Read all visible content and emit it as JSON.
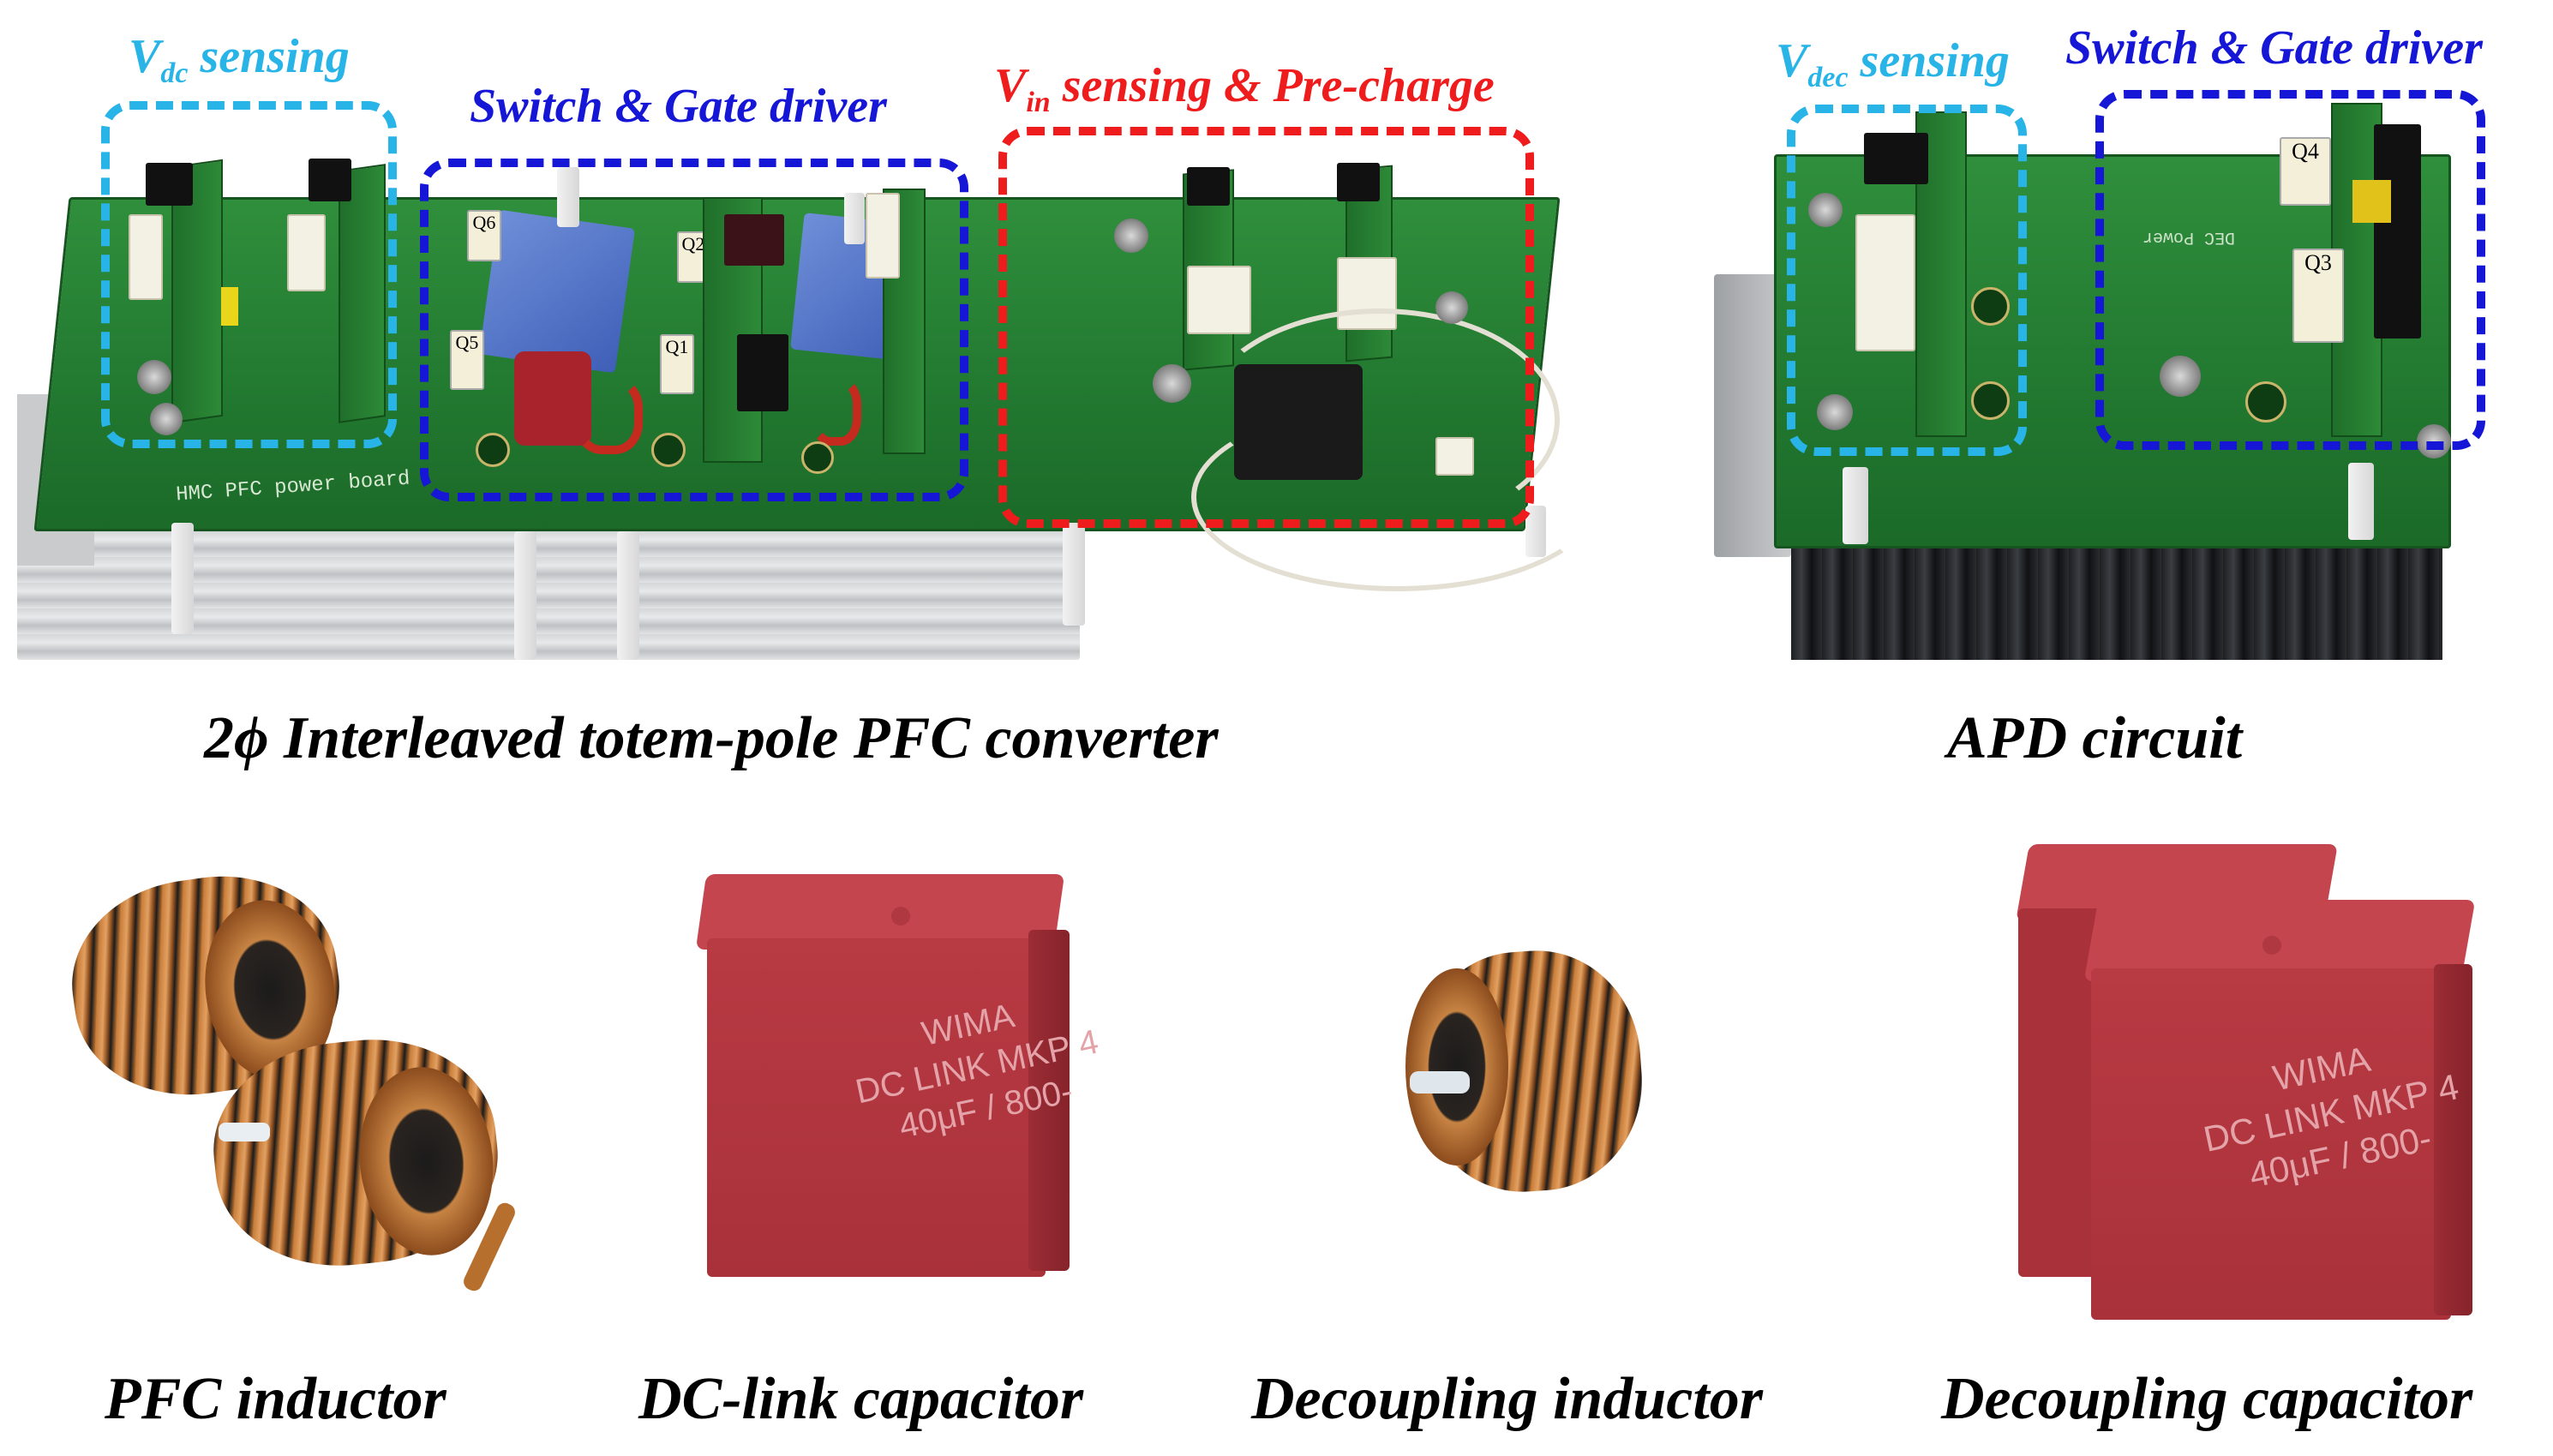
{
  "pfc_board": {
    "vdc_label_main": "V",
    "vdc_label_sub": "dc",
    "vdc_label_rest": " sensing",
    "switch_label": "Switch & Gate driver",
    "vin_label_main": "V",
    "vin_label_sub": "in",
    "vin_label_rest": " sensing & Pre-charge",
    "silkscreen": "HMC PFC power board",
    "sticker_1": "Q6",
    "sticker_2": "Q5",
    "sticker_3": "Q2",
    "sticker_4": "Q1",
    "caption": "2ϕ  Interleaved totem-pole PFC converter"
  },
  "apd_board": {
    "vdec_label_main": "V",
    "vdec_label_sub": "dec",
    "vdec_label_rest": " sensing",
    "switch_label": "Switch & Gate driver",
    "silkscreen": "DEC Power",
    "sticker_1": "Q4",
    "sticker_2": "Q3",
    "caption": "APD circuit"
  },
  "components": [
    {
      "caption": "PFC inductor"
    },
    {
      "caption": "DC-link capacitor",
      "print_line_1": "WIMA",
      "print_line_2": "DC LINK MKP 4",
      "print_line_3": "40μF / 800-"
    },
    {
      "caption": "Decoupling inductor"
    },
    {
      "caption": "Decoupling capacitor",
      "print_line_1": "WIMA",
      "print_line_2": "DC LINK MKP 4",
      "print_line_3": "40μF / 800-"
    }
  ],
  "colors": {
    "sensing_cyan": "#29b4e8",
    "switch_blue": "#1616d6",
    "precharge_red": "#ee1c1c",
    "pcb_green": "#2f8f3c",
    "capacitor_red": "#b83a43",
    "copper": "#c77c3a"
  }
}
